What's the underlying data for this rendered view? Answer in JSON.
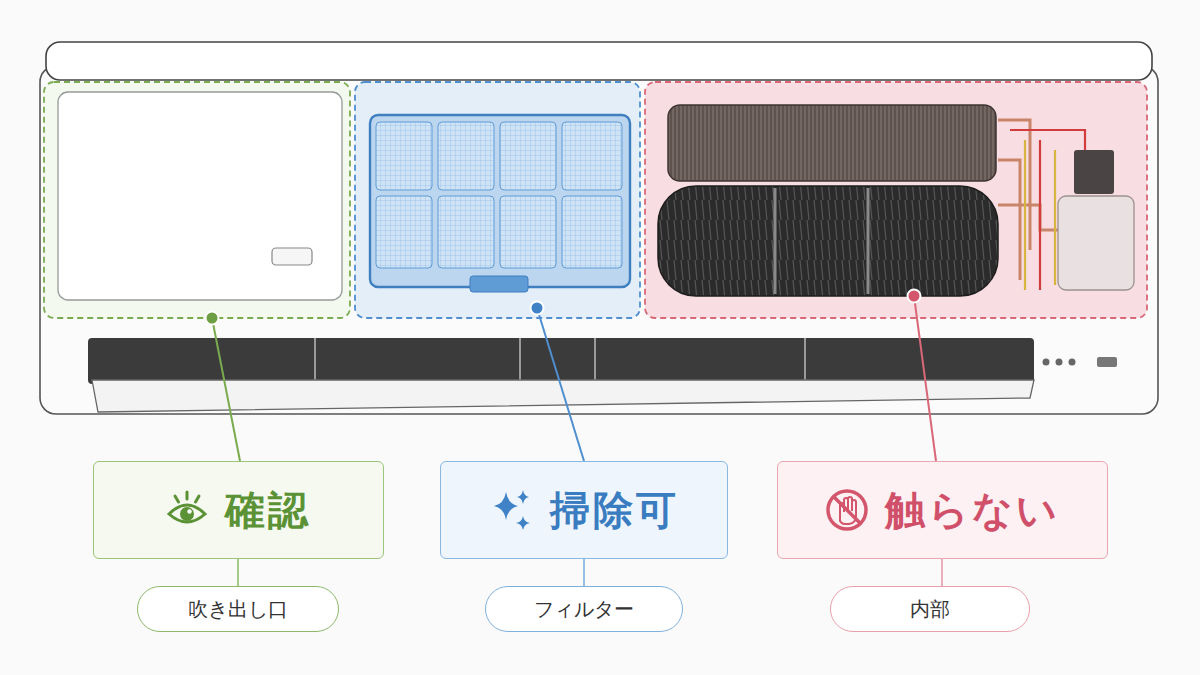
{
  "diagram": {
    "nodes": [
      {
        "text": [
          "確認"
        ]
      },
      {
        "text": [
          "掃除可"
        ]
      },
      {
        "text": [
          "触らない"
        ]
      },
      {
        "text": [
          "吹き出し口"
        ]
      },
      {
        "text": [
          "フィルター"
        ]
      },
      {
        "text": [
          "内部"
        ]
      }
    ],
    "edges": [
      {
        "from": 0,
        "to": 3,
        "arrow": "none"
      },
      {
        "from": 1,
        "to": 4,
        "arrow": "none"
      },
      {
        "from": 2,
        "to": 5,
        "arrow": "none"
      }
    ]
  }
}
